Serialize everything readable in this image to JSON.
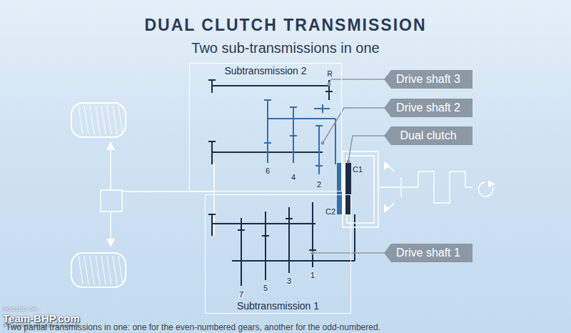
{
  "diagram": {
    "title": "DUAL CLUTCH TRANSMISSION",
    "caption": "Two partial transmissions in one: one for the even-numbered gears, another for the odd-numbered.",
    "nodes": [
      {
        "text": [
          "Subtransmission 2"
        ]
      },
      {
        "text": [
          "Subtransmission 1"
        ]
      },
      {
        "text": [
          "Drive shaft 3"
        ]
      },
      {
        "text": [
          "Drive shaft 2"
        ]
      },
      {
        "text": [
          "Dual clutch"
        ]
      },
      {
        "text": [
          "Drive shaft 1"
        ]
      }
    ],
    "labels": [
      "Two sub-transmissions in one",
      "R",
      "6",
      "4",
      "2",
      "7",
      "5",
      "3",
      "1",
      "C1",
      "C2",
      "HOSTED ON :",
      "Team-BHP.com",
      "©Copyright respective owners"
    ]
  }
}
